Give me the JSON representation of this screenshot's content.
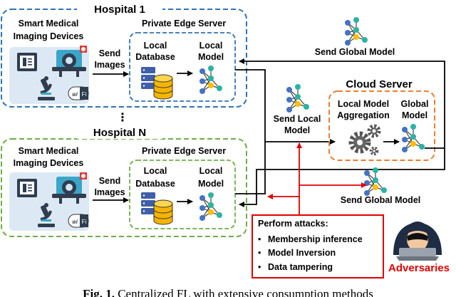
{
  "hospital1": {
    "title": "Hospital 1",
    "devices_line1": "Smart Medical",
    "devices_line2": "Imaging Devices",
    "edge_title": "Private Edge Server",
    "send_line1": "Send",
    "send_line2": "Images",
    "db_line1": "Local",
    "db_line2": "Database",
    "model_line1": "Local",
    "model_line2": "Model",
    "wifi": "Wi Fi"
  },
  "dots": "⋮",
  "hospitalN": {
    "title": "Hospital N",
    "devices_line1": "Smart Medical",
    "devices_line2": "Imaging Devices",
    "edge_title": "Private Edge Server",
    "send_line1": "Send",
    "send_line2": "Images",
    "db_line1": "Local",
    "db_line2": "Database",
    "model_line1": "Local",
    "model_line2": "Model",
    "wifi": "Wi Fi"
  },
  "cloud": {
    "title": "Cloud Server",
    "agg_line1": "Local Model",
    "agg_line2": "Aggregation",
    "global_line1": "Global",
    "global_line2": "Model"
  },
  "send_global_top": "Send Global Model",
  "send_global_bottom": "Send Global Model",
  "send_local_line1": "Send Local",
  "send_local_line2": "Model",
  "attacks": {
    "title": "Perform attacks:",
    "items": [
      "Membership inference",
      "Model Inversion",
      "Data tampering"
    ]
  },
  "adversaries": "Adversaries",
  "caption": {
    "label": "Fig. 1.",
    "text": "Centralized FL with extensive consumption methods"
  },
  "colors": {
    "hospital_border": "#2e74b5",
    "hospital_n_border": "#70ad47",
    "cloud_border": "#ed7d31",
    "attack_red": "#e00000",
    "device_panel": "#dce9f5",
    "db_blue": "#3f5fa8",
    "db_yellow": "#f4b400",
    "node_blue": "#4472c4",
    "node_teal": "#2bb3a3",
    "node_yellow": "#ffc000"
  }
}
